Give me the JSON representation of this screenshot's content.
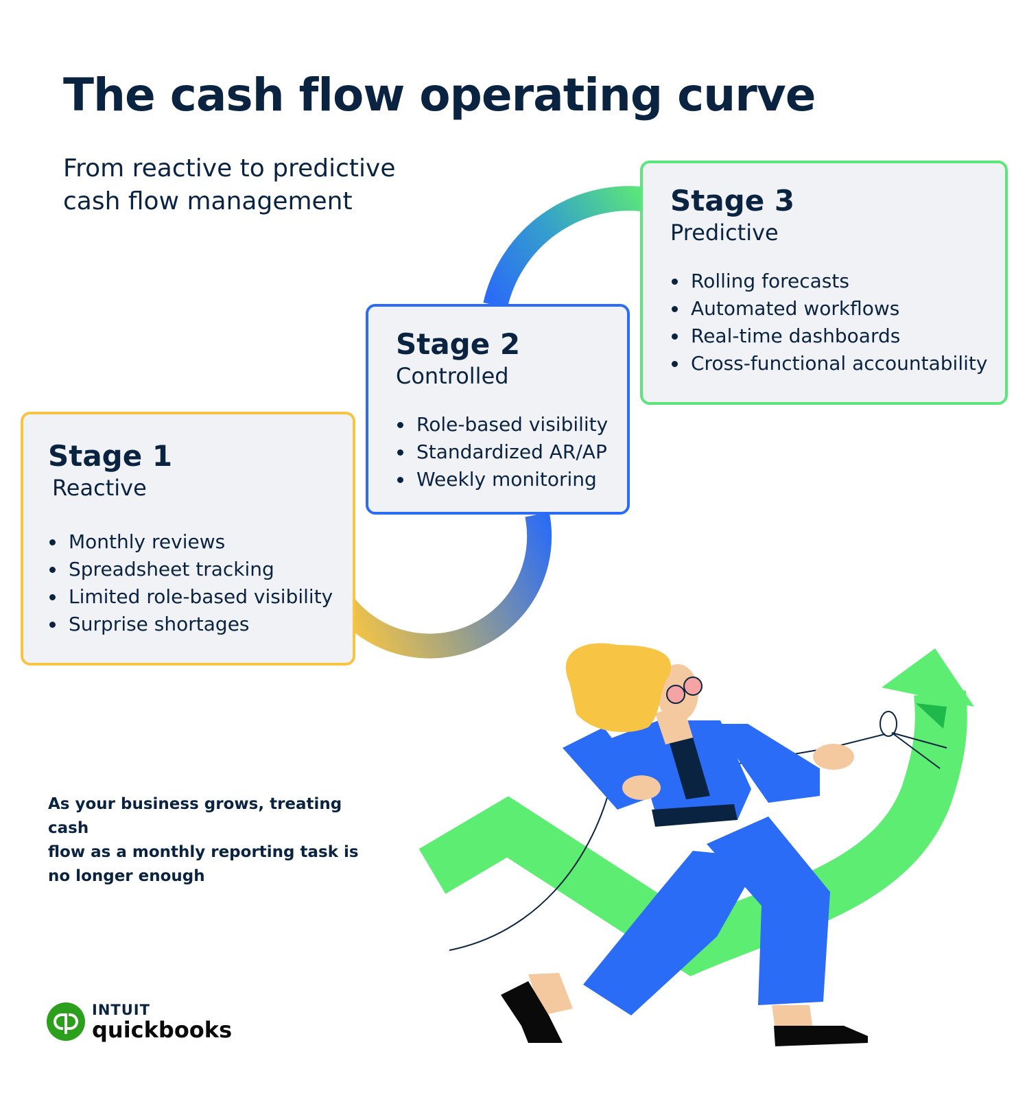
{
  "header": {
    "title": "The cash flow operating curve",
    "subtitle_line1": "From reactive to predictive",
    "subtitle_line2": "cash flow management"
  },
  "stages": [
    {
      "title": "Stage 1",
      "subtitle": "Reactive",
      "items": [
        "Monthly reviews",
        "Spreadsheet tracking",
        "Limited role-based visibility",
        "Surprise shortages"
      ],
      "color": "#f7c543"
    },
    {
      "title": "Stage 2",
      "subtitle": "Controlled",
      "items": [
        "Role-based visibility",
        "Standardized AR/AP",
        "Weekly monitoring"
      ],
      "color": "#2b6cf6"
    },
    {
      "title": "Stage 3",
      "subtitle": "Predictive",
      "items": [
        "Rolling forecasts",
        "Automated workflows",
        "Real-time dashboards",
        "Cross-functional accountability"
      ],
      "color": "#5ce57a"
    }
  ],
  "note": {
    "line1": "As your business grows, treating cash",
    "line2": "flow as a monthly reporting task is",
    "line3": "no longer enough"
  },
  "logo": {
    "intuit": "INTUIT",
    "product": "quickbooks",
    "color": "#2ca01c"
  },
  "illustration": {
    "icon": "woman-pulling-growth-arrow-illustration",
    "arrow_color": "#5ced72",
    "clothes_color": "#2b6cf6",
    "hair_color": "#f7c543"
  },
  "colors": {
    "text": "#0a2341",
    "card_bg": "#f0f2f5"
  }
}
